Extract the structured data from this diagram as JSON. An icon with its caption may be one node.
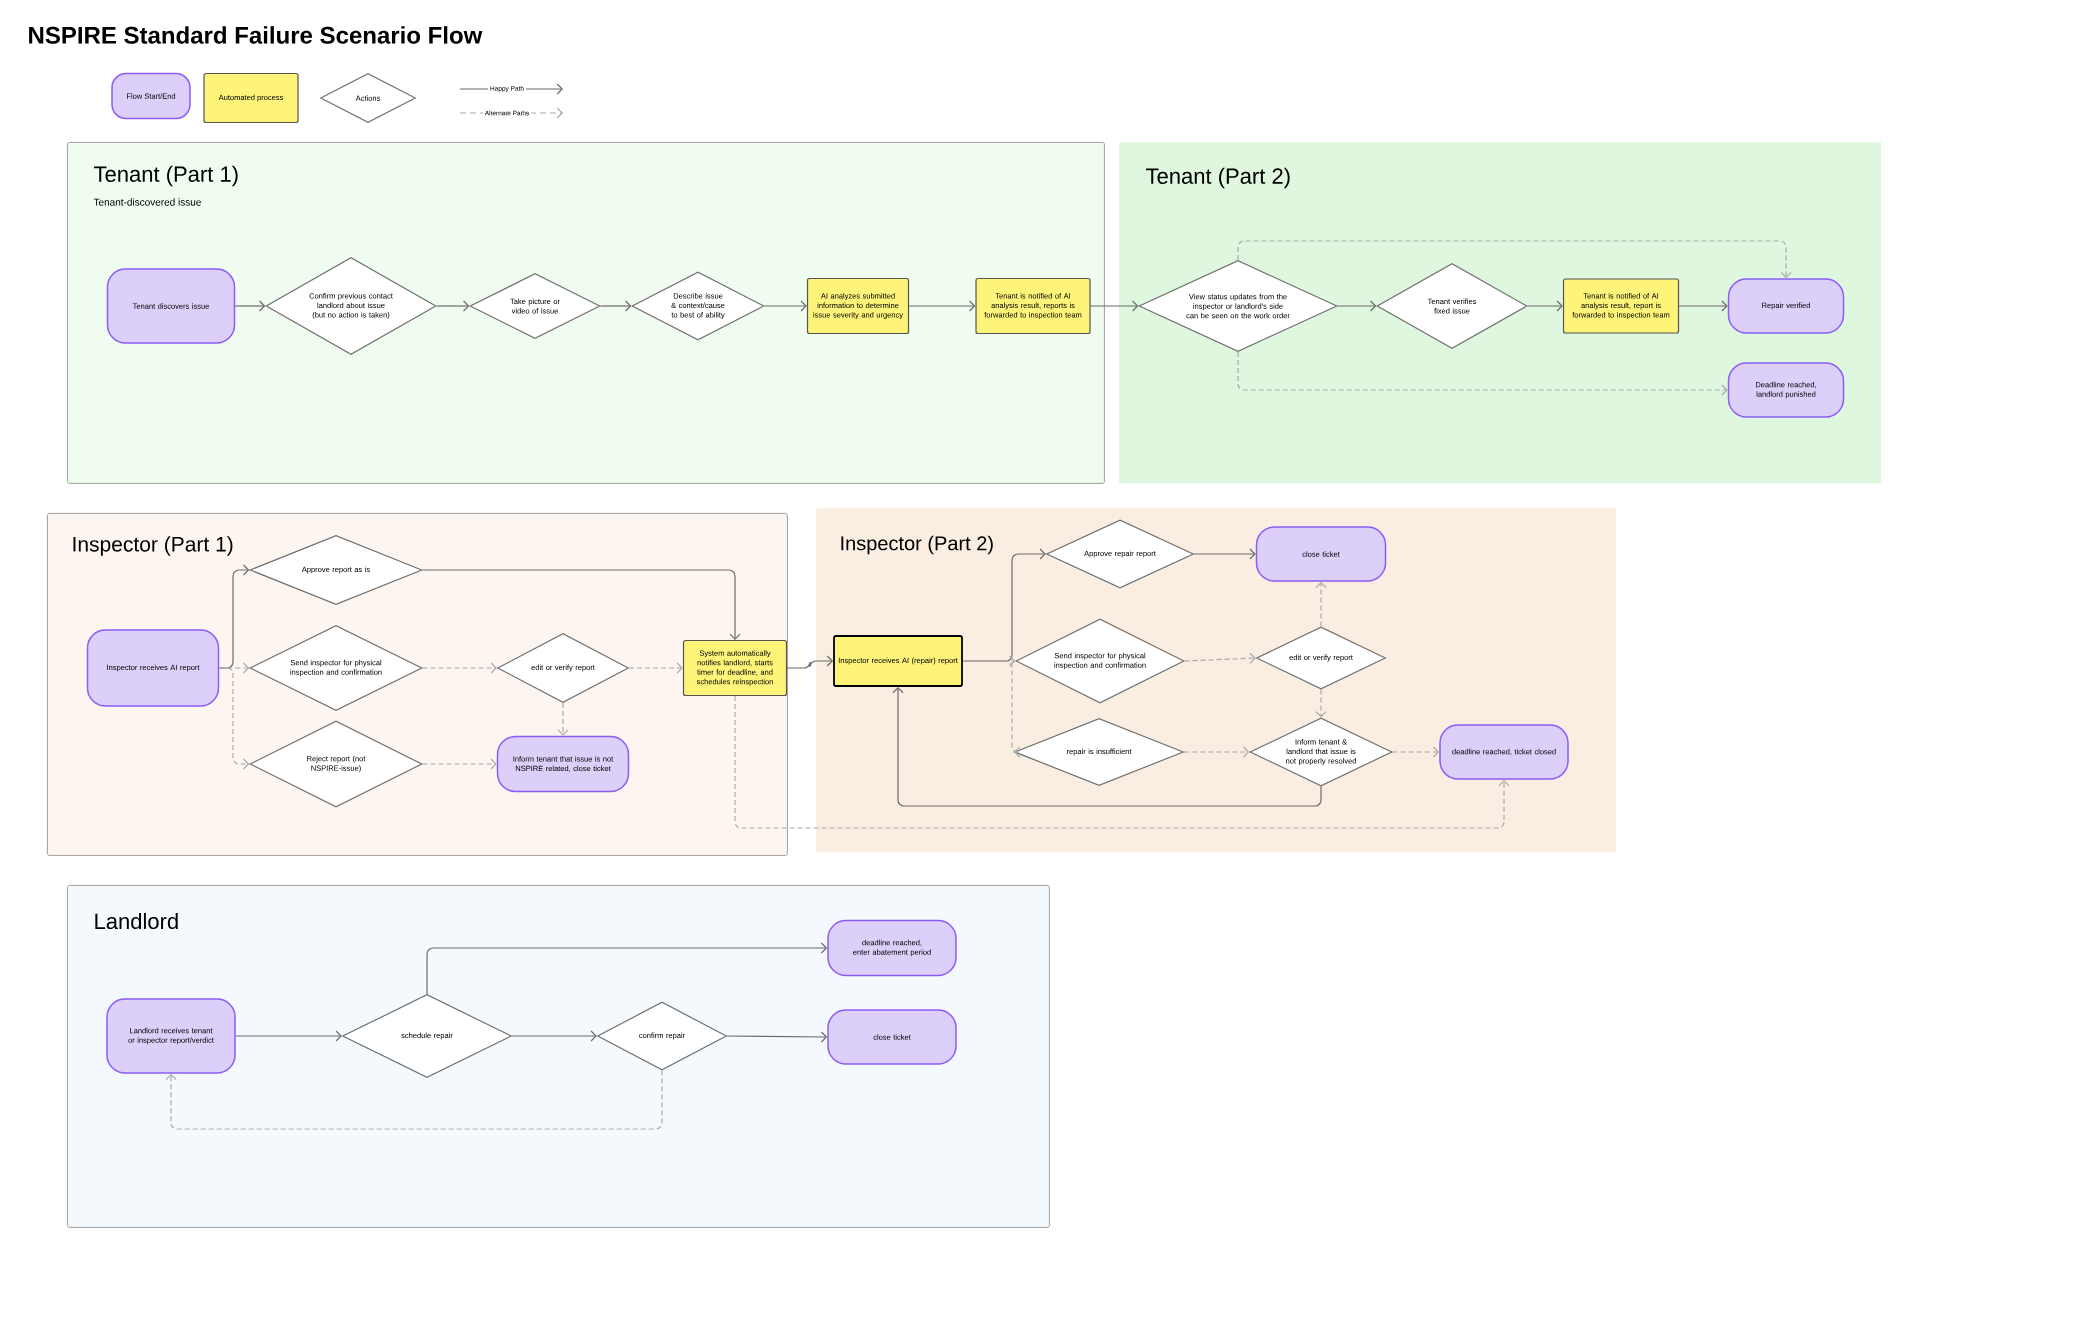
{
  "diagram": {
    "title": "NSPIRE Standard Failure Scenario Flow",
    "nodes": [
      {
        "text": [
          "Tenant (Part 1)"
        ]
      },
      {
        "text": [
          "Tenant (Part 2)"
        ]
      },
      {
        "text": [
          "Inspector (Part 1)"
        ]
      },
      {
        "text": [
          "Inspector (Part 2)"
        ]
      },
      {
        "text": [
          "Landlord"
        ]
      },
      {
        "text": [
          "Tenant discovers issue"
        ],
        "in": 0
      },
      {
        "text": [
          "Confirm previous contact landlord about issue (but no action is taken)"
        ],
        "in": 0
      },
      {
        "text": [
          "Take picture or video of issue"
        ],
        "in": 0
      },
      {
        "text": [
          "Describe issue & context/cause to best of ability"
        ],
        "in": 0
      },
      {
        "text": [
          "AI analyzes submitted information to determine issue severity and urgency"
        ],
        "in": 0
      },
      {
        "text": [
          "Tenant is notified of AI analysis result, reports is forwarded to inspection team"
        ],
        "in": 0
      },
      {
        "text": [
          "View status updates from the inspector or landlord's side can be seen on the work order"
        ],
        "in": 1
      },
      {
        "text": [
          "Tenant verifies fixed issue"
        ],
        "in": 1
      },
      {
        "text": [
          "Tenant is notified of AI analysis result, report is forwarded to inspection team"
        ],
        "in": 1
      },
      {
        "text": [
          "Repair verified"
        ],
        "in": 1
      },
      {
        "text": [
          "Deadline reached, landlord punished"
        ],
        "in": 1
      },
      {
        "text": [
          "Inspector receives AI report"
        ],
        "in": 2
      },
      {
        "text": [
          "Approve report as is"
        ],
        "in": 2
      },
      {
        "text": [
          "Send inspector for physical inspection and confirmation"
        ],
        "in": 2
      },
      {
        "text": [
          "Reject report (not NSPIRE-issue)"
        ],
        "in": 2
      },
      {
        "text": [
          "edit or verify report"
        ],
        "in": 2
      },
      {
        "text": [
          "Inform tenant that issue is not NSPIRE related, close ticket"
        ],
        "in": 2
      },
      {
        "text": [
          "System automatically notifies landlord, starts timer for deadline, and schedules reinspection"
        ],
        "in": 2
      },
      {
        "text": [
          "Inspector receives AI (repair) report"
        ],
        "in": 3
      },
      {
        "text": [
          "Approve repair report"
        ],
        "in": 3
      },
      {
        "text": [
          "close ticket"
        ],
        "in": 3
      },
      {
        "text": [
          "Send inspector for physical inspection and confirmation"
        ],
        "in": 3
      },
      {
        "text": [
          "edit or verify report"
        ],
        "in": 3
      },
      {
        "text": [
          "repair is insufficient"
        ],
        "in": 3
      },
      {
        "text": [
          "Inform tenant & landlord that issue is not properly resolved"
        ],
        "in": 3
      },
      {
        "text": [
          "deadline reached, ticket closed"
        ],
        "in": 3
      },
      {
        "text": [
          "Landlord receives tenant or inspector report/verdict"
        ],
        "in": 4
      },
      {
        "text": [
          "schedule repair"
        ],
        "in": 4
      },
      {
        "text": [
          "confirm repair"
        ],
        "in": 4
      },
      {
        "text": [
          "deadline reached, enter abatement period"
        ],
        "in": 4
      },
      {
        "text": [
          "close ticket"
        ],
        "in": 4
      }
    ],
    "edges": [
      {
        "from": 5,
        "to": 6,
        "arrow": "to"
      },
      {
        "from": 6,
        "to": 7,
        "arrow": "to"
      },
      {
        "from": 7,
        "to": 8,
        "arrow": "to"
      },
      {
        "from": 8,
        "to": 9,
        "arrow": "to"
      },
      {
        "from": 9,
        "to": 10,
        "arrow": "to"
      },
      {
        "from": 10,
        "to": 11,
        "arrow": "to"
      },
      {
        "from": 11,
        "to": 12,
        "arrow": "to"
      },
      {
        "from": 12,
        "to": 13,
        "arrow": "to"
      },
      {
        "from": 13,
        "to": 14,
        "arrow": "to"
      },
      {
        "from": 11,
        "to": 14,
        "arrow": "to",
        "style": "dashed",
        "color": "#aaaaaa"
      },
      {
        "from": 11,
        "to": 15,
        "arrow": "to",
        "style": "dashed",
        "color": "#aaaaaa"
      },
      {
        "from": 16,
        "to": 17,
        "arrow": "to"
      },
      {
        "from": 16,
        "to": 18,
        "arrow": "to",
        "style": "dashed",
        "color": "#aaaaaa"
      },
      {
        "from": 16,
        "to": 19,
        "arrow": "to",
        "style": "dashed",
        "color": "#aaaaaa"
      },
      {
        "from": 17,
        "to": 22,
        "arrow": "to"
      },
      {
        "from": 18,
        "to": 20,
        "arrow": "to",
        "style": "dashed",
        "color": "#aaaaaa"
      },
      {
        "from": 20,
        "to": 22,
        "arrow": "to",
        "style": "dashed",
        "color": "#aaaaaa"
      },
      {
        "from": 20,
        "to": 21,
        "arrow": "to",
        "style": "dashed",
        "color": "#aaaaaa"
      },
      {
        "from": 19,
        "to": 21,
        "arrow": "to",
        "style": "dashed",
        "color": "#aaaaaa"
      },
      {
        "from": 22,
        "to": 23,
        "arrow": "to"
      },
      {
        "from": 22,
        "to": 30,
        "arrow": "to",
        "style": "dashed",
        "color": "#aaaaaa"
      },
      {
        "from": 23,
        "to": 24,
        "arrow": "to"
      },
      {
        "from": 23,
        "to": 26,
        "arrow": "to",
        "style": "dashed",
        "color": "#aaaaaa"
      },
      {
        "from": 23,
        "to": 28,
        "arrow": "to",
        "style": "dashed",
        "color": "#aaaaaa"
      },
      {
        "from": 24,
        "to": 25,
        "arrow": "to"
      },
      {
        "from": 26,
        "to": 27,
        "arrow": "to",
        "style": "dashed",
        "color": "#aaaaaa"
      },
      {
        "from": 27,
        "to": 25,
        "arrow": "to",
        "style": "dashed",
        "color": "#aaaaaa"
      },
      {
        "from": 27,
        "to": 29,
        "arrow": "to",
        "style": "dashed",
        "color": "#aaaaaa"
      },
      {
        "from": 28,
        "to": 29,
        "arrow": "to",
        "style": "dashed",
        "color": "#aaaaaa"
      },
      {
        "from": 29,
        "to": 30,
        "arrow": "to",
        "style": "dashed",
        "color": "#aaaaaa"
      },
      {
        "from": 29,
        "to": 23,
        "arrow": "to"
      },
      {
        "from": 31,
        "to": 32,
        "arrow": "to"
      },
      {
        "from": 32,
        "to": 33,
        "arrow": "to"
      },
      {
        "from": 33,
        "to": 35,
        "arrow": "to"
      },
      {
        "from": 32,
        "to": 34,
        "arrow": "to"
      },
      {
        "from": 33,
        "to": 31,
        "arrow": "to",
        "style": "dashed",
        "color": "#aaaaaa"
      }
    ],
    "labels": [
      "Tenant-discovered issue"
    ],
    "legend": [
      {
        "text": "Flow Start/End",
        "color": "#dccffa"
      },
      {
        "text": "Automated process",
        "color": "#fef47a"
      },
      {
        "text": "Actions"
      },
      {
        "text": "Happy Path"
      },
      {
        "text": "Alternate Paths"
      }
    ]
  }
}
